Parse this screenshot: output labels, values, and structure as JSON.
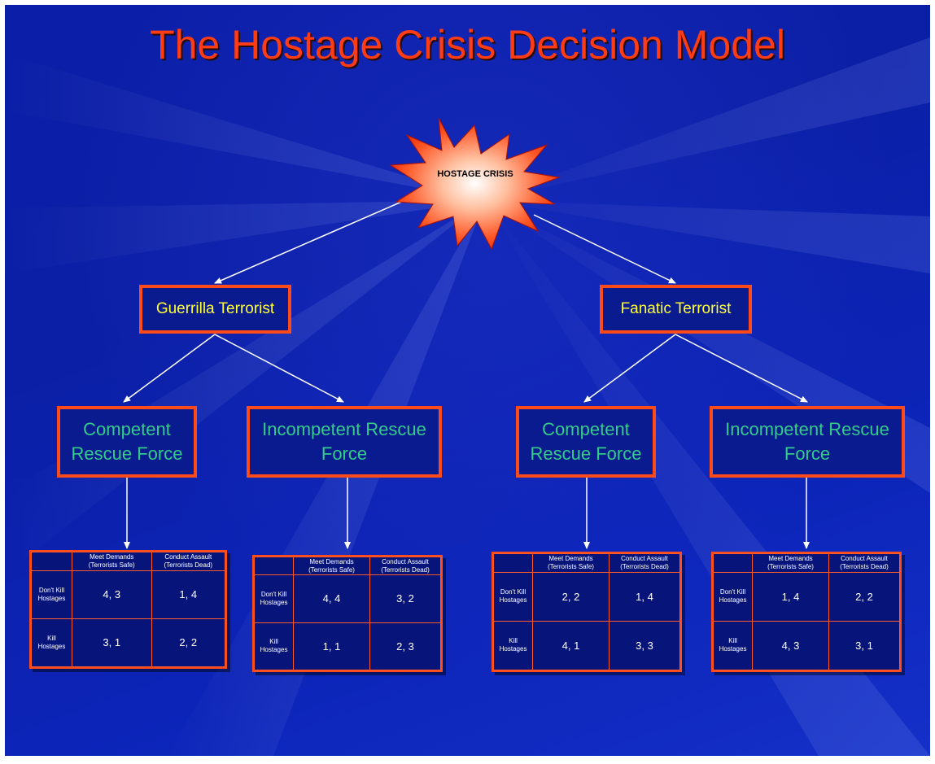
{
  "title": "The Hostage Crisis Decision Model",
  "colors": {
    "background": "#0b1fa6",
    "title": "#ff3c14",
    "box_border": "#ff4a1a",
    "terrorist_text": "#ffff33",
    "force_text": "#33cc88",
    "arrow": "#ffffff"
  },
  "root": {
    "label": "HOSTAGE CRISIS",
    "icon": "explosion-burst-icon"
  },
  "terrorist_types": [
    {
      "label": "Guerrilla Terrorist"
    },
    {
      "label": "Fanatic Terrorist"
    }
  ],
  "rescue_forces": [
    {
      "line1": "Competent",
      "line2": "Rescue Force"
    },
    {
      "line1": "Incompetent Rescue",
      "line2": "Force"
    },
    {
      "line1": "Competent",
      "line2": "Rescue Force"
    },
    {
      "line1": "Incompetent Rescue",
      "line2": "Force"
    }
  ],
  "matrix_headers": {
    "col1_line1": "Meet Demands",
    "col1_line2": "(Terrorists Safe)",
    "col2_line1": "Conduct Assault",
    "col2_line2": "(Terrorists Dead)",
    "row1_line1": "Don't Kill",
    "row1_line2": "Hostages",
    "row2_line1": "Kill",
    "row2_line2": "Hostages"
  },
  "matrices": [
    {
      "r1c1": "4, 3",
      "r1c2": "1, 4",
      "r2c1": "3, 1",
      "r2c2": "2, 2"
    },
    {
      "r1c1": "4, 4",
      "r1c2": "3, 2",
      "r2c1": "1, 1",
      "r2c2": "2, 3"
    },
    {
      "r1c1": "2, 2",
      "r1c2": "1, 4",
      "r2c1": "4, 1",
      "r2c2": "3, 3"
    },
    {
      "r1c1": "1, 4",
      "r1c2": "2, 2",
      "r2c1": "4, 3",
      "r2c2": "3, 1"
    }
  ]
}
